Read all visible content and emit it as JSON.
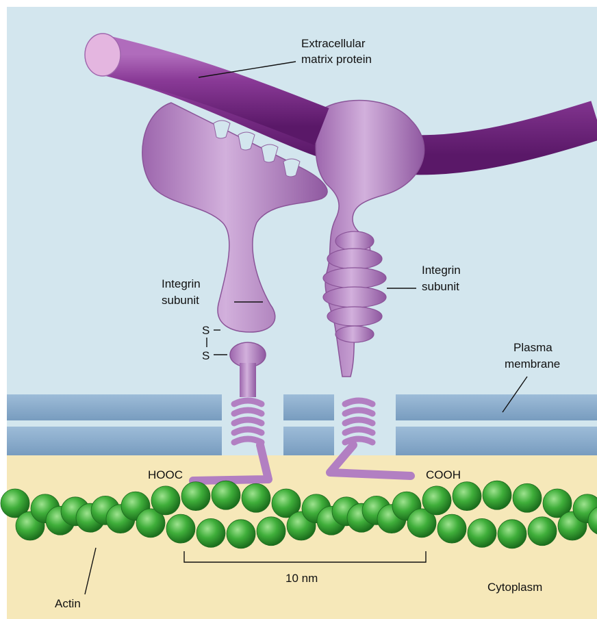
{
  "labels": {
    "ecm_line1": "Extracellular",
    "ecm_line2": "matrix protein",
    "integrin_left_line1": "Integrin",
    "integrin_left_line2": "subunit",
    "integrin_right_line1": "Integrin",
    "integrin_right_line2": "subunit",
    "plasma_line1": "Plasma",
    "plasma_line2": "membrane",
    "s_top": "S",
    "s_bottom": "S",
    "hooc": "HOOC",
    "cooh": "COOH",
    "actin": "Actin",
    "scale": "10 nm",
    "cytoplasm": "Cytoplasm"
  },
  "colors": {
    "extracellular": "#d3e6ee",
    "cytoplasm": "#f6e8b9",
    "membrane": "#87aacb",
    "integrin": "#b987c6",
    "matrix_protein": "#7d2f87",
    "actin": "#3fae3a"
  }
}
